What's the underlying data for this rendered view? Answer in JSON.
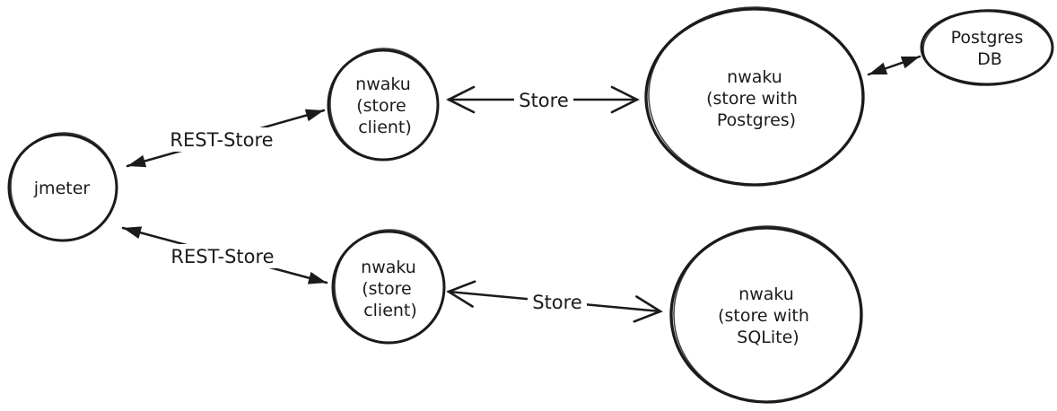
{
  "diagram": {
    "background_color": "#ffffff",
    "ink_color": "#1b1b1b",
    "style": "hand-drawn-sketch",
    "nodes": {
      "jmeter": {
        "lines": [
          "jmeter"
        ]
      },
      "client_top": {
        "lines": [
          "nwaku",
          "(store",
          "client)"
        ]
      },
      "postgres_node": {
        "lines": [
          "nwaku",
          "(store with",
          "Postgres)"
        ]
      },
      "postgres_db": {
        "lines": [
          "Postgres",
          "DB"
        ]
      },
      "client_bottom": {
        "lines": [
          "nwaku",
          "(store",
          "client)"
        ]
      },
      "sqlite_node": {
        "lines": [
          "nwaku",
          "(store with",
          "SQLite)"
        ]
      }
    },
    "edges": {
      "rest_top": {
        "label": "REST-Store",
        "from": "jmeter",
        "to": "client_top",
        "arrowheads": "solid-both-ends"
      },
      "rest_bottom": {
        "label": "REST-Store",
        "from": "jmeter",
        "to": "client_bottom",
        "arrowheads": "solid-both-ends"
      },
      "store_top": {
        "label": "Store",
        "from": "client_top",
        "to": "postgres_node",
        "arrowheads": "open-both-ends"
      },
      "store_bottom": {
        "label": "Store",
        "from": "client_bottom",
        "to": "sqlite_node",
        "arrowheads": "open-both-ends"
      },
      "postgres_link": {
        "label": "",
        "from": "postgres_node",
        "to": "postgres_db",
        "arrowheads": "solid-both-ends"
      }
    }
  }
}
